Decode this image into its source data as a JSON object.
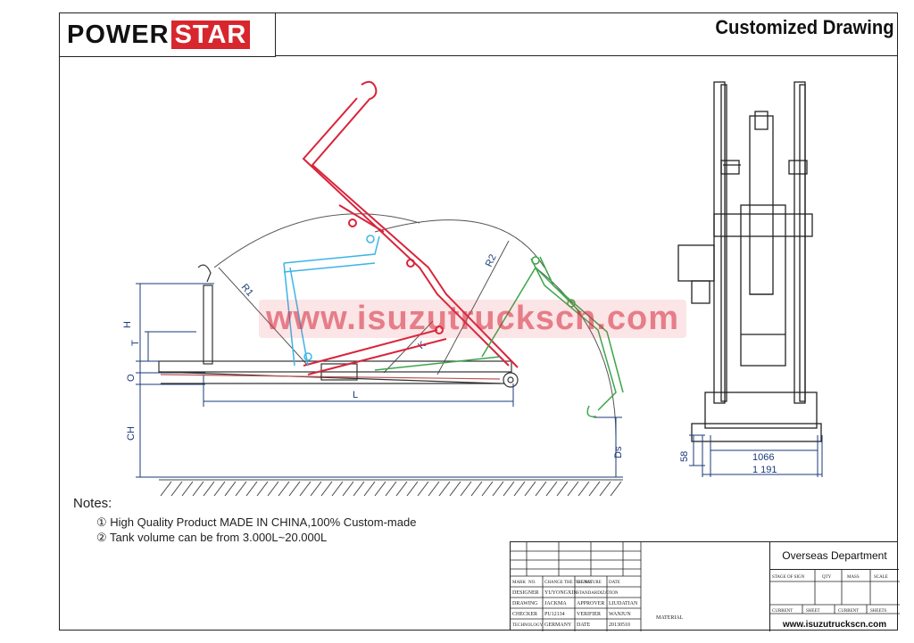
{
  "header": {
    "logo_part1": "POWER",
    "logo_part2": "STAR",
    "title": "Customized Drawing"
  },
  "colors": {
    "brand_red": "#d8262e",
    "boom_red": "#d9243a",
    "boom_cyan": "#3cb4e6",
    "boom_green": "#3ca54a",
    "ink": "#111111"
  },
  "dimensions": {
    "r1": "R1",
    "r2": "R2",
    "h": "H",
    "t": "T",
    "o": "O",
    "ch": "CH",
    "l": "L",
    "k": "K",
    "ds": "Ds",
    "w_inner": "1066",
    "w_outer": "1 191",
    "frame_h": "58"
  },
  "watermark": "www.isuzutruckscn.com",
  "notes": {
    "title": "Notes:",
    "items": [
      "① High Quality Product MADE IN CHINA,100% Custom-made",
      "② Tank volume can be from 3.000L~20.000L"
    ]
  },
  "title_block": {
    "department": "Overseas Department",
    "website": "www.isuzutruckscn.com",
    "stage_headers": [
      "STAGE OF SIGN",
      "QTY",
      "MASS",
      "SCALE"
    ],
    "sheet_row": [
      "CURRENT",
      "SHEET",
      "CURRENT",
      "SHEETS"
    ],
    "material_label": "MATERIAL",
    "header_row": [
      "MARK",
      "NO.",
      "CHANGE THE FILE NO.",
      "SIGNATURE",
      "DATE"
    ],
    "rows": [
      [
        "DESIGNER",
        "YUYONGXIN",
        "STANDARDIZATION",
        ""
      ],
      [
        "DRAWING",
        "JACKMA",
        "APPROVER",
        "LIUDATIAN"
      ],
      [
        "CHECKER",
        "PU12134",
        "VERIFIER",
        "WANJUN"
      ],
      [
        "TECHNOLOGY",
        "GERMANY",
        "DATE",
        "20130510"
      ]
    ]
  }
}
